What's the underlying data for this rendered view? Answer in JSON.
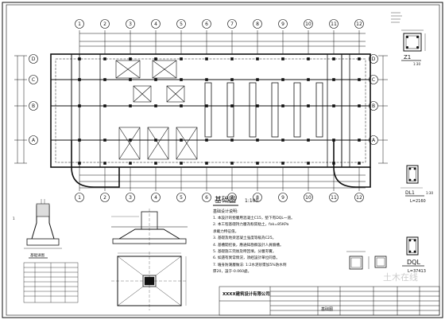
{
  "axes_bottom": [
    "1",
    "2",
    "3",
    "4",
    "5",
    "6",
    "7",
    "8",
    "9",
    "10",
    "11",
    "12"
  ],
  "axes_left": [
    "D",
    "C",
    "B",
    "A"
  ],
  "plan_title": "基础图",
  "plan_scale": "1:100",
  "notes": {
    "header": "基础设计说明:",
    "items": [
      "1. 本設計的墊層用混凝土C15，墊下有DQL一道。",
      "2. 本工程基礎持力層為粉質粘土，fak=85KPa",
      "   承載力特征值。",
      "3. 基礎及地梁混凝土強度等級為C25。",
      "4. 基槽開挖後，應通知勘察設計人員驗槽。",
      "5. 基礎施工完後及時回填，分層夯實。",
      "6. 如遇有異常情況，須經設計單位同意。",
      "7. 墻身防潮層做法: 1:2水泥砂漿加5%防水劑",
      "   厚20，設于-0.060處。"
    ]
  },
  "labels": {
    "z1": "Z1",
    "z1_scale": "1:30",
    "dl1": "DL1",
    "dl1_scale": "1:30",
    "dl1_dim": "L=2160",
    "dql": "DQL",
    "dql_dim": "L=37413",
    "watermark": "土木在线",
    "left_table_title": "基础详图",
    "right_title": "基础图"
  },
  "title_block": {
    "company": "XXXX建筑设计有限公司",
    "drawing_name": "基础图"
  },
  "colors": {
    "line": "#111111",
    "background": "#ffffff"
  }
}
